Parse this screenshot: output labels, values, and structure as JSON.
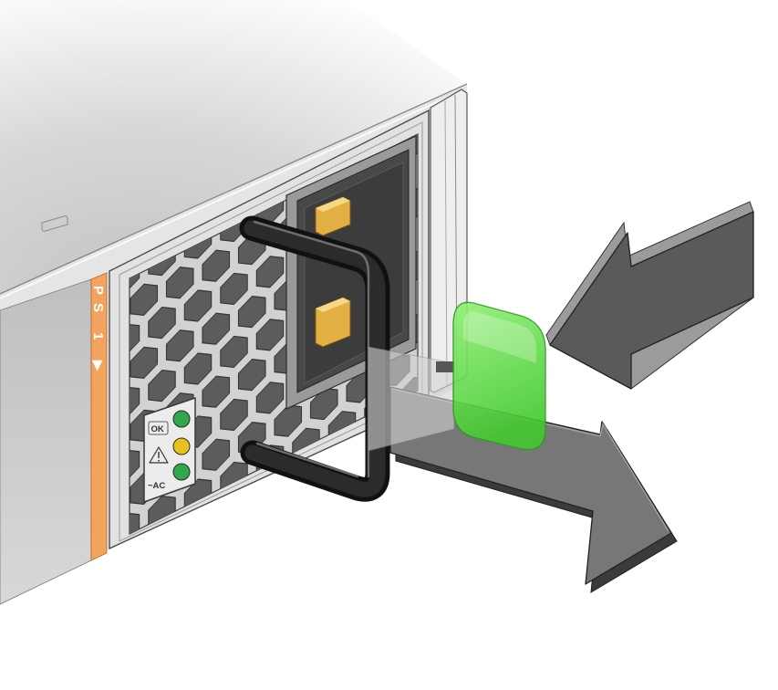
{
  "psu": {
    "bay_label": {
      "text": "PS 1",
      "arrow": "▶",
      "color": "#f2a35e"
    },
    "status_indicators": [
      {
        "label": "OK",
        "led_color": "#2fa84c"
      },
      {
        "icon": "warning-triangle-icon",
        "led_color": "#e6c21e"
      },
      {
        "label": "~AC",
        "led_color": "#2fa84c"
      }
    ],
    "release_latch": {
      "color": "#42c92e"
    },
    "ac_inlet": {
      "prong_color": "#e3b143"
    },
    "handle": {
      "color": "#111111"
    }
  },
  "arrows": [
    {
      "icon": "press-latch-arrow-icon",
      "color": "#5a5a5a"
    },
    {
      "icon": "pull-out-arrow-icon",
      "color": "#777777"
    }
  ]
}
